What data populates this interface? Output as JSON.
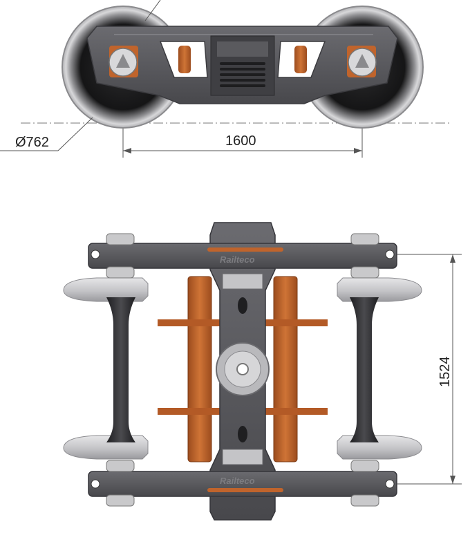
{
  "drawing": {
    "side_view": {
      "wheel_diameter_label": "Ø762",
      "wheelbase_label": "1600"
    },
    "top_view": {
      "gauge_label": "1524",
      "brand_mark_top": "Railteco",
      "brand_mark_bottom": "Railteco"
    }
  },
  "colors": {
    "frame_gray": "#58585c",
    "frame_dark": "#3e3e42",
    "wheel_silver": "#c9c9cb",
    "brake_orange": "#c0642c",
    "axle_dark": "#2a2a2c",
    "dimension_line": "#555555"
  }
}
